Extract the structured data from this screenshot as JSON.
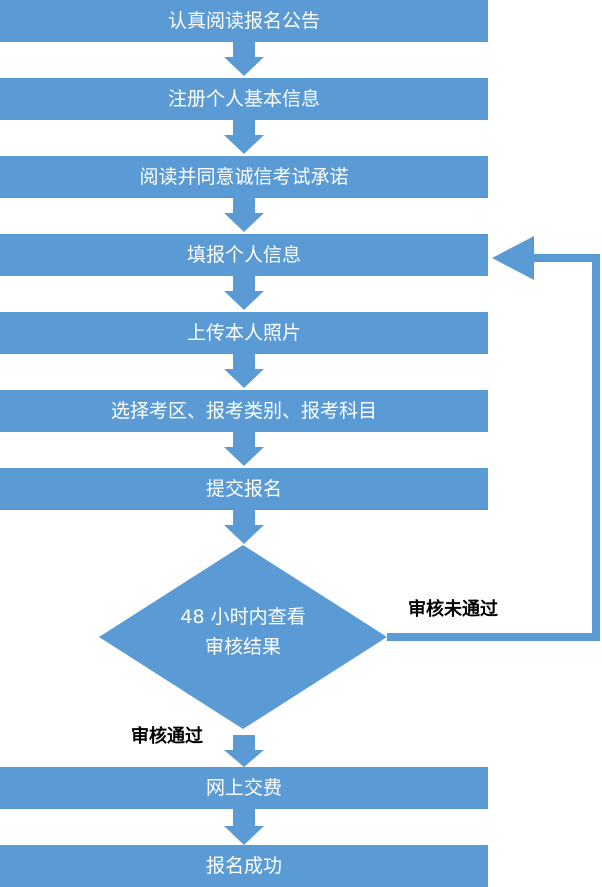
{
  "steps": [
    {
      "label": "认真阅读报名公告"
    },
    {
      "label": "注册个人基本信息"
    },
    {
      "label": "阅读并同意诚信考试承诺"
    },
    {
      "label": "填报个人信息"
    },
    {
      "label": "上传本人照片"
    },
    {
      "label": "选择考区、报考类别、报考科目"
    },
    {
      "label": "提交报名"
    }
  ],
  "decision": {
    "line1": "48 小时内查看",
    "line2": "审核结果"
  },
  "branch_fail": {
    "label": "审核未通过"
  },
  "branch_pass": {
    "label": "审核通过"
  },
  "after_steps": [
    {
      "label": "网上交费"
    },
    {
      "label": "报名成功"
    }
  ],
  "colors": {
    "box": "#5b9bd5",
    "text": "#ffffff"
  }
}
